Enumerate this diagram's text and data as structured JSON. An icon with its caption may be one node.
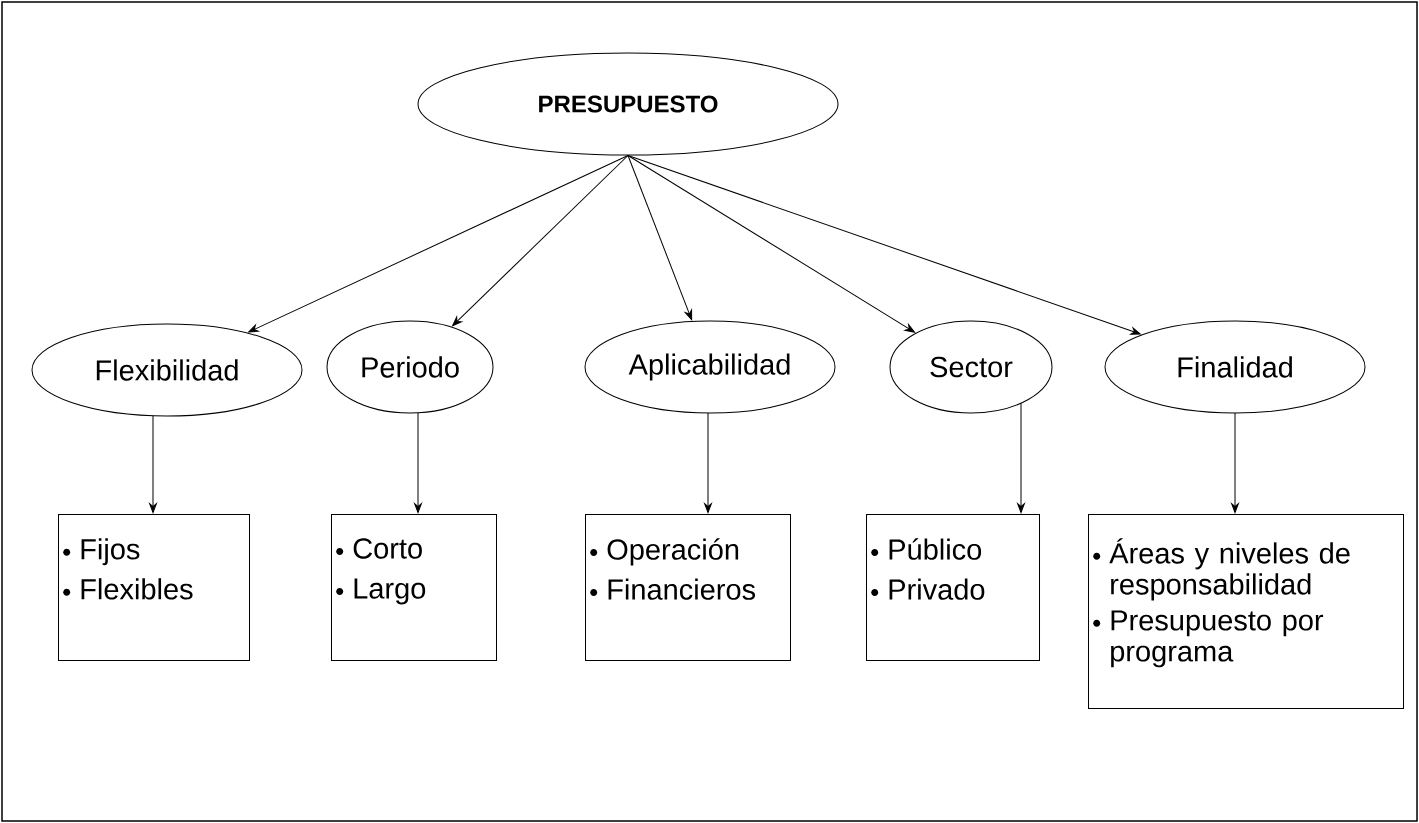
{
  "diagram": {
    "nodes": [
      {
        "text": [
          "PRESUPUESTO"
        ]
      },
      {
        "text": [
          "Flexibilidad"
        ]
      },
      {
        "text": [
          "Periodo"
        ]
      },
      {
        "text": [
          "Aplicabilidad"
        ]
      },
      {
        "text": [
          "Sector"
        ]
      },
      {
        "text": [
          "Finalidad"
        ]
      },
      {
        "text": [
          "Fijos",
          "Flexibles"
        ]
      },
      {
        "text": [
          "Corto",
          "Largo"
        ]
      },
      {
        "text": [
          "Operación",
          "Financieros"
        ]
      },
      {
        "text": [
          "Público",
          "Privado"
        ]
      },
      {
        "text": [
          "Áreas y niveles de responsabilidad",
          "Presupuesto por programa"
        ]
      }
    ],
    "edges": [
      {
        "from": 0,
        "to": 1,
        "arrow": "to"
      },
      {
        "from": 0,
        "to": 2,
        "arrow": "to"
      },
      {
        "from": 0,
        "to": 3,
        "arrow": "to"
      },
      {
        "from": 0,
        "to": 4,
        "arrow": "to"
      },
      {
        "from": 0,
        "to": 5,
        "arrow": "to"
      },
      {
        "from": 1,
        "to": 6,
        "arrow": "to"
      },
      {
        "from": 2,
        "to": 7,
        "arrow": "to"
      },
      {
        "from": 3,
        "to": 8,
        "arrow": "to"
      },
      {
        "from": 4,
        "to": 9,
        "arrow": "to"
      },
      {
        "from": 5,
        "to": 10,
        "arrow": "to"
      }
    ]
  }
}
